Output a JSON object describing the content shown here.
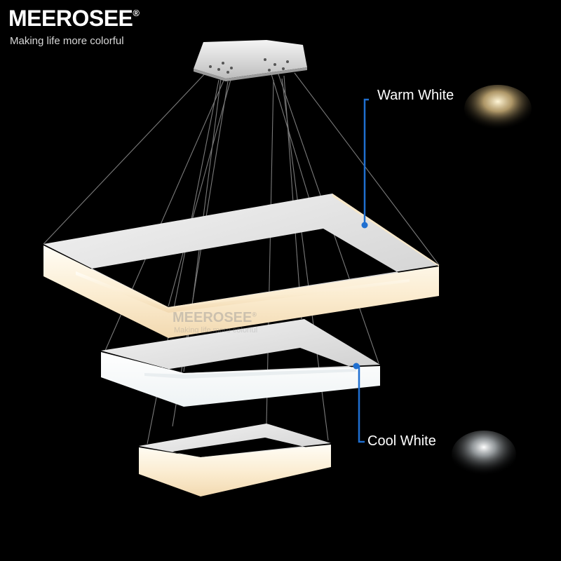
{
  "brand": {
    "name": "MEEROSEE",
    "registered_mark": "®",
    "tagline": "Making life more colorful"
  },
  "watermark": {
    "name": "MEEROSEE",
    "registered_mark": "®",
    "tagline": "Making life more colorful"
  },
  "callouts": {
    "warm": {
      "label": "Warm White",
      "light_color": "#ffe9b0"
    },
    "cool": {
      "label": "Cool White",
      "light_color": "#ffffff"
    }
  },
  "colors": {
    "background": "#000000",
    "callout_line": "#1f6fd0",
    "ring_glow": "#fff3dc"
  }
}
